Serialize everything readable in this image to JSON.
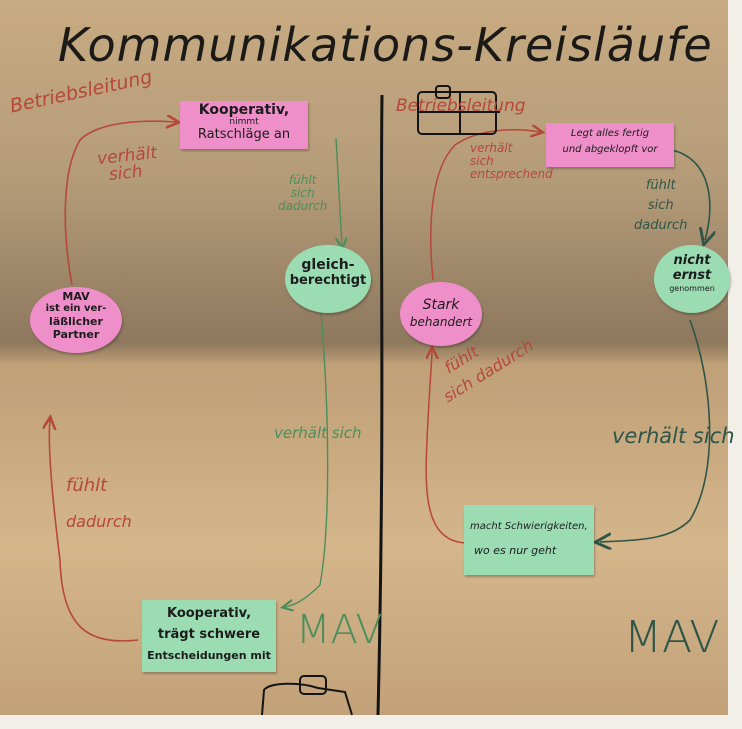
{
  "title": "Kommunikations-Kreisläufe",
  "left": {
    "header": "Betriebsleitung",
    "top_card": [
      "Kooperativ,",
      "nimmt",
      "Ratschläge an"
    ],
    "arrow_red_top": [
      "verhält",
      "sich"
    ],
    "arrow_green_top": [
      "fühlt",
      "sich",
      "dadurch"
    ],
    "oval_green": [
      "gleich-",
      "berechtigt"
    ],
    "oval_pink": [
      "MAV",
      "ist ein ver-",
      "läßlicher",
      "Partner"
    ],
    "arrow_green_mid": "verhält sich",
    "arrow_red_bottom": [
      "fühlt",
      "dadurch"
    ],
    "bottom_card": [
      "Kooperativ,",
      "trägt schwere",
      "Entscheidungen mit"
    ],
    "footer": "MAV"
  },
  "right": {
    "header": "Betriebsleitung",
    "top_card": [
      "Legt alles fertig",
      "und abgeklopft vor"
    ],
    "arrow_red_top": [
      "verhält",
      "sich",
      "entsprechend"
    ],
    "arrow_dark_top": [
      "fühlt",
      "sich",
      "dadurch"
    ],
    "oval_green": [
      "nicht",
      "ernst",
      "genommen"
    ],
    "oval_pink": [
      "Stark",
      "behandert"
    ],
    "arrow_red_mid": [
      "fühlt",
      "sich dadurch"
    ],
    "arrow_dark_mid": "verhält sich",
    "bottom_card": [
      "macht Schwierigkeiten,",
      "wo es nur geht"
    ],
    "footer": "MAV"
  },
  "colors": {
    "paper_light": "#d8b98d",
    "paper_dark": "#a88d6a",
    "pink": "#ef8fc9",
    "green": "#9bdcb3",
    "red_ink": "#b6473a",
    "green_ink": "#4b8e5c",
    "black_ink": "#1b1a17"
  },
  "icons": [
    "people-group-icon",
    "people-group-icon"
  ]
}
